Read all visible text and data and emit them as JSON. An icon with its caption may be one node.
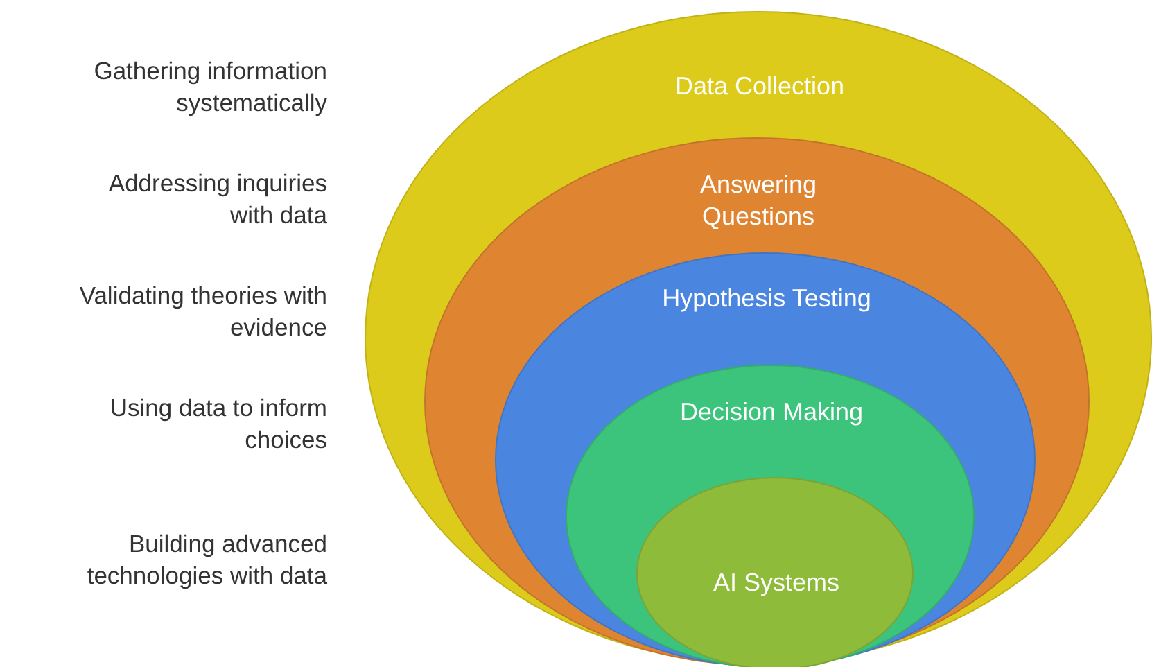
{
  "diagram": {
    "nodes": [
      {
        "text": [
          "Data Collection"
        ]
      },
      {
        "text": [
          "Answering Questions"
        ],
        "in": 0
      },
      {
        "text": [
          "Hypothesis Testing"
        ],
        "in": 1
      },
      {
        "text": [
          "Decision Making"
        ],
        "in": 2
      },
      {
        "text": [
          "AI Systems"
        ],
        "in": 3
      }
    ],
    "labels": [
      "Gathering information systematically",
      "Addressing inquiries with data",
      "Validating theories with evidence",
      "Using data to inform choices",
      "Building advanced technologies with data"
    ]
  }
}
